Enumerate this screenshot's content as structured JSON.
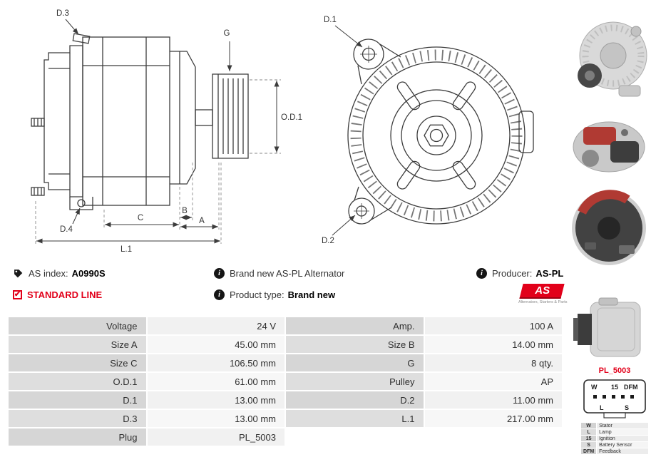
{
  "info": {
    "as_index_label": "AS index:",
    "as_index_value": "A0990S",
    "brand_new_text": "Brand new AS-PL Alternator",
    "producer_label": "Producer:",
    "producer_value": "AS-PL",
    "standard_line": "STANDARD LINE",
    "product_type_label": "Product type:",
    "product_type_value": "Brand new",
    "logo_text": "AS",
    "logo_subtext": "Alternators, Starters & Parts"
  },
  "icons": {
    "info_glyph": "i",
    "check_glyph": "✔"
  },
  "drawing": {
    "side": {
      "d3": "D.3",
      "d4": "D.4",
      "g": "G",
      "od1": "O.D.1",
      "c": "C",
      "b": "B",
      "a": "A",
      "l1": "L.1"
    },
    "front": {
      "d1": "D.1",
      "d2": "D.2"
    }
  },
  "spec_table": {
    "rows": [
      {
        "l1": "Voltage",
        "v1": "24 V",
        "l2": "Amp.",
        "v2": "100 A"
      },
      {
        "l1": "Size A",
        "v1": "45.00 mm",
        "l2": "Size B",
        "v2": "14.00 mm"
      },
      {
        "l1": "Size C",
        "v1": "106.50 mm",
        "l2": "G",
        "v2": "8 qty."
      },
      {
        "l1": "O.D.1",
        "v1": "61.00 mm",
        "l2": "Pulley",
        "v2": "AP"
      },
      {
        "l1": "D.1",
        "v1": "13.00 mm",
        "l2": "D.2",
        "v2": "11.00 mm"
      },
      {
        "l1": "D.3",
        "v1": "13.00 mm",
        "l2": "L.1",
        "v2": "217.00 mm"
      },
      {
        "l1": "Plug",
        "v1": "PL_5003"
      }
    ]
  },
  "plug": {
    "title": "PL_5003",
    "pins_top": [
      "W",
      "15",
      "DFM"
    ],
    "pins_bottom": [
      "L",
      "S"
    ],
    "legend": [
      {
        "code": "W",
        "name": "Stator"
      },
      {
        "code": "L",
        "name": "Lamp"
      },
      {
        "code": "15",
        "name": "Ignition"
      },
      {
        "code": "S",
        "name": "Battery Sensor"
      },
      {
        "code": "DFM",
        "name": "Feedback"
      }
    ]
  }
}
